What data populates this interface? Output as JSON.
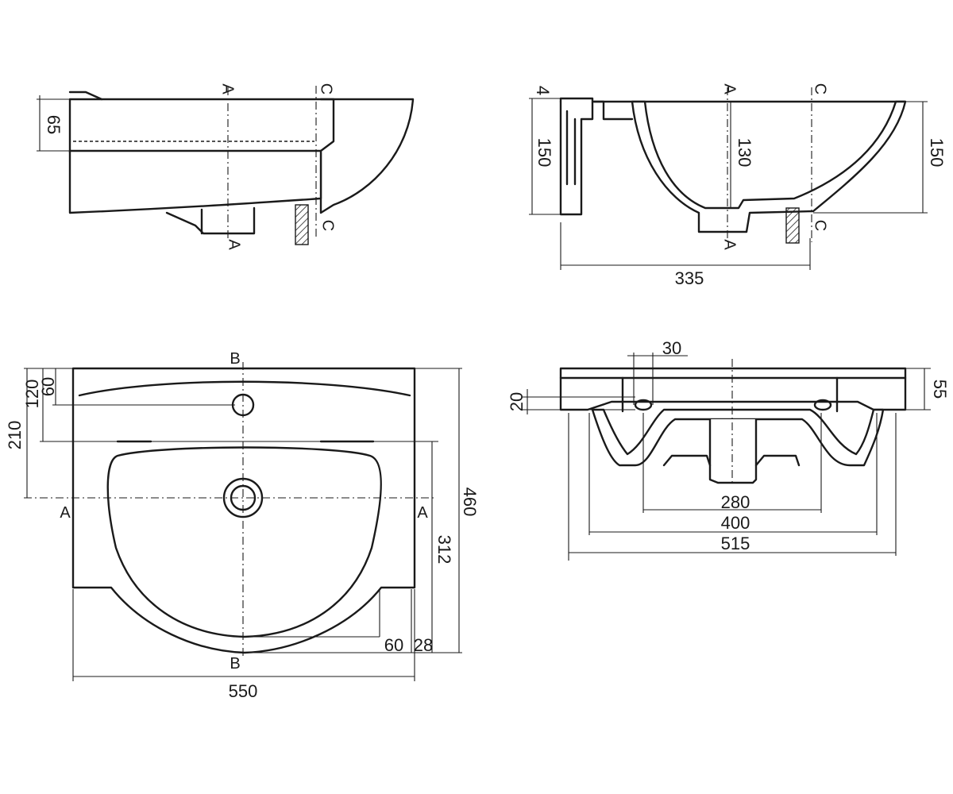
{
  "sections": {
    "a": "A",
    "b": "B",
    "c": "C"
  },
  "side_view": {
    "height_65": "65"
  },
  "cross_section_c": {
    "depth_4": "4",
    "height_150_left": "150",
    "bowl_depth_130": "130",
    "height_150_right": "150",
    "length_335": "335"
  },
  "plan_view": {
    "dim_120": "120",
    "dim_60_top": "60",
    "dim_210": "210",
    "depth_460": "460",
    "bowl_312": "312",
    "dim_60_bottom": "60",
    "dim_28": "28",
    "width_550": "550"
  },
  "front_section": {
    "dim_30": "30",
    "dim_20": "20",
    "dim_55": "55",
    "dim_280": "280",
    "dim_400": "400",
    "dim_515": "515"
  }
}
